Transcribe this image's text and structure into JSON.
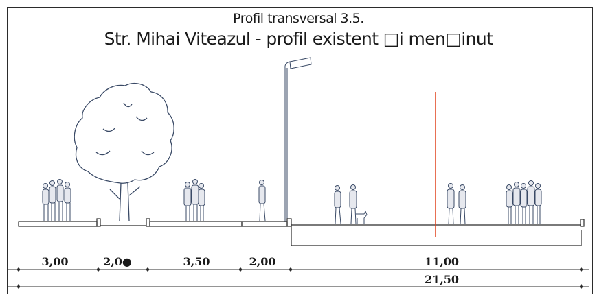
{
  "title": {
    "line1": "Profil transversal  3.5.",
    "line2": "Str. Mihai Viteazul  - profil existent □i men□inut"
  },
  "dimensions": {
    "segments": [
      "3,00",
      "2,0●",
      "3,50",
      "2,00",
      "11,00"
    ],
    "total": "21,50"
  },
  "colors": {
    "line": "#2b2b2b",
    "axis": "#e0401a",
    "background": "#ffffff"
  }
}
